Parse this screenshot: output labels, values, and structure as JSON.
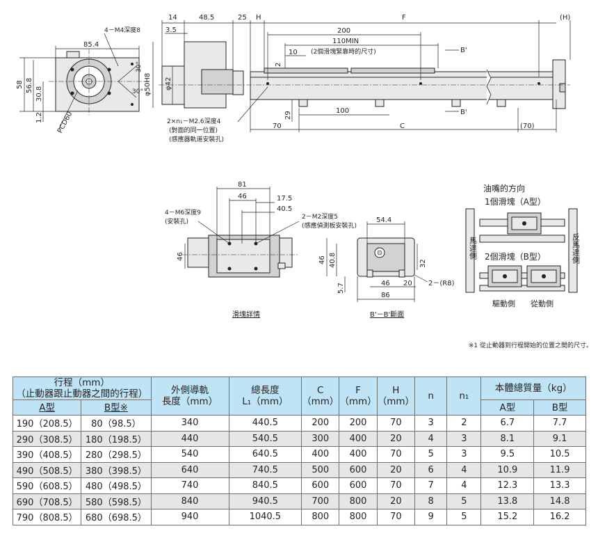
{
  "top_drawing": {
    "dims": {
      "d14": "14",
      "d48_5": "48.5",
      "d25": "25",
      "dH": "H",
      "dF": "F",
      "dHparen": "(H)",
      "d3_5": "3.5",
      "d200": "200",
      "d110min": "110MIN",
      "note_slider": "(2個滑塊緊靠時的尺寸)",
      "d10": "10",
      "d2": "2",
      "bprime1": "B'",
      "bprime2": "B'",
      "phi50": "φ50H8",
      "phi42": "φ42",
      "d29": "29",
      "d100": "100",
      "d70": "70",
      "dC": "C",
      "d70paren": "(70)",
      "m4": "4－M4深度8",
      "d85_4": "85.4",
      "d58": "58",
      "d56_8": "56.8",
      "d30_8": "30.8",
      "d1_2": "1.2",
      "pcd": "PCD60",
      "a30_1": "30°",
      "a30_2": "30°",
      "note_m26_1": "2×n₁－M2.6深度4",
      "note_m26_2": "(對面的同一位置)",
      "note_m26_3": "(感應器軌道安裝孔)"
    }
  },
  "slider_detail": {
    "d81": "81",
    "d46": "46",
    "d17_5": "17.5",
    "d40_5": "40.5",
    "m6_1": "4－M6深度9",
    "m6_2": "(安裝孔)",
    "m2_1": "2－M2深度5",
    "m2_2": "(感應偵測板安裝孔)",
    "d46v": "46",
    "caption": "滑塊詳情"
  },
  "section": {
    "d54_4": "54.4",
    "d46": "46",
    "d40_8": "40.8",
    "d32": "32",
    "d5_7": "5.7",
    "d46b": "46",
    "d20": "20",
    "r8": "2－(R8)",
    "d86": "86",
    "caption": "B'－B'斷面"
  },
  "nozzle": {
    "title": "油嘴的方向",
    "one": "1個滑塊（A型）",
    "two": "2個滑塊（B型）",
    "motor_side": "馬達側",
    "anti_motor_side": "反馬達側",
    "drive_side": "驅動側",
    "driven_side": "從動側"
  },
  "footnote": "※1 從止動器到行程開始的位置之間的尺寸。",
  "table": {
    "h_stroke_1": "行程（mm）",
    "h_stroke_2": "（止動器跟止動器之間的行程）",
    "h_a": "A型",
    "h_b": "B型※",
    "h_rail_1": "外側導軌",
    "h_rail_2": "長度（mm）",
    "h_total_1": "總長度",
    "h_total_2": "L₁（mm）",
    "h_c_1": "C",
    "h_c_2": "（mm）",
    "h_f_1": "F",
    "h_f_2": "（mm）",
    "h_h_1": "H",
    "h_h_2": "（mm）",
    "h_n": "n",
    "h_n1": "n₁",
    "h_mass": "本體總質量（kg）",
    "h_mass_a": "A型",
    "h_mass_b": "B型",
    "rows": [
      [
        "190（208.5）",
        "80（98.5）",
        "340",
        "440.5",
        "200",
        "200",
        "70",
        "3",
        "2",
        "6.7",
        "7.7"
      ],
      [
        "290（308.5）",
        "180（198.5）",
        "440",
        "540.5",
        "300",
        "400",
        "20",
        "4",
        "3",
        "8.1",
        "9.1"
      ],
      [
        "390（408.5）",
        "280（298.5）",
        "540",
        "640.5",
        "400",
        "400",
        "70",
        "5",
        "3",
        "9.5",
        "10.5"
      ],
      [
        "490（508.5）",
        "380（398.5）",
        "640",
        "740.5",
        "500",
        "600",
        "20",
        "6",
        "4",
        "10.9",
        "11.9"
      ],
      [
        "590（608.5）",
        "480（498.5）",
        "740",
        "840.5",
        "600",
        "600",
        "70",
        "7",
        "4",
        "12.3",
        "13.3"
      ],
      [
        "690（708.5）",
        "580（598.5）",
        "840",
        "940.5",
        "700",
        "800",
        "20",
        "8",
        "5",
        "13.8",
        "14.8"
      ],
      [
        "790（808.5）",
        "680（698.5）",
        "940",
        "1040.5",
        "800",
        "800",
        "70",
        "9",
        "5",
        "15.2",
        "16.2"
      ]
    ]
  }
}
